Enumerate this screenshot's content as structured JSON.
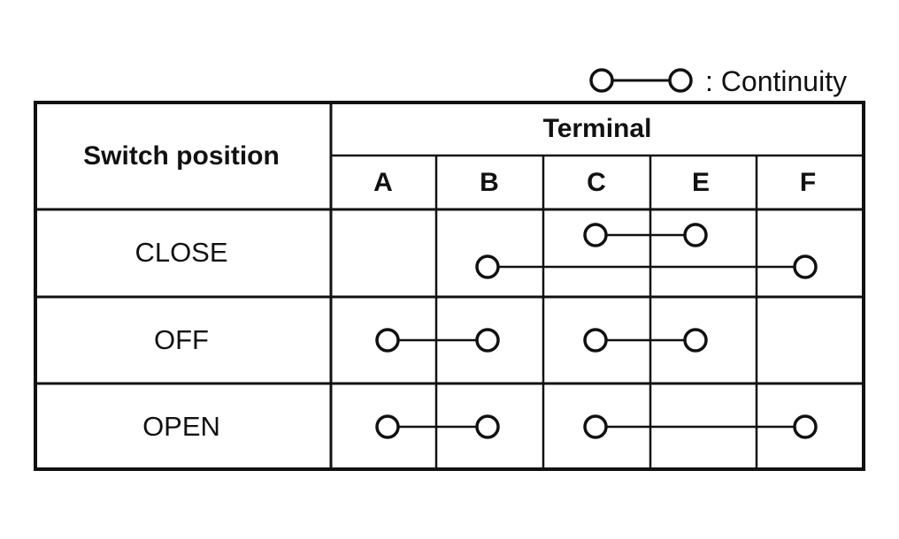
{
  "legend": {
    "text": ": Continuity"
  },
  "table": {
    "corner_label": "Switch position",
    "group_header": "Terminal",
    "terminals": [
      "A",
      "B",
      "C",
      "E",
      "F"
    ],
    "rows": [
      {
        "position": "CLOSE",
        "connections": [
          [
            "C",
            "E"
          ],
          [
            "B",
            "F"
          ]
        ]
      },
      {
        "position": "OFF",
        "connections": [
          [
            "A",
            "B"
          ],
          [
            "C",
            "E"
          ]
        ]
      },
      {
        "position": "OPEN",
        "connections": [
          [
            "A",
            "B"
          ],
          [
            "C",
            "F"
          ]
        ]
      }
    ]
  }
}
